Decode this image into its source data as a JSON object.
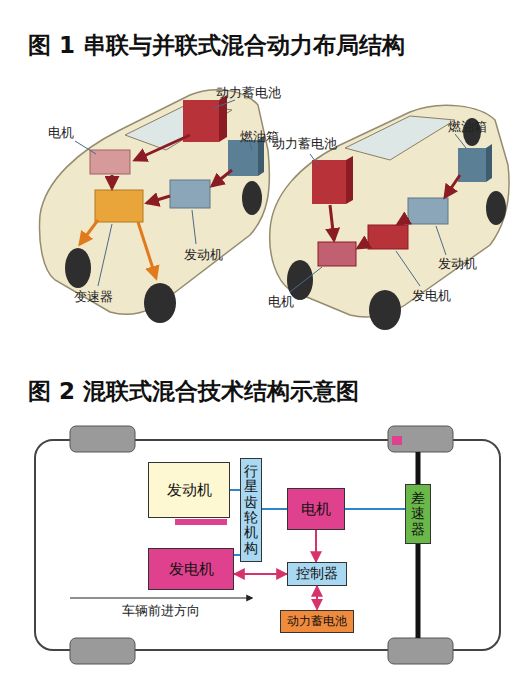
{
  "diagram": {
    "title": "图 1 串联与并联式混合动力布局结构",
    "nodes": [
      {
        "text": [
          "发动机"
        ]
      },
      {
        "text": [
          "行星齿轮机构"
        ]
      },
      {
        "text": [
          "电机"
        ]
      },
      {
        "text": [
          "差速器"
        ]
      },
      {
        "text": [
          "发电机"
        ]
      },
      {
        "text": [
          "控制器"
        ]
      },
      {
        "text": [
          "动力蓄电池"
        ]
      }
    ],
    "edges": [
      {
        "from": 0,
        "to": 1,
        "arrow": "none"
      },
      {
        "from": 1,
        "to": 2,
        "arrow": "none"
      },
      {
        "from": 2,
        "to": 3,
        "arrow": "none"
      },
      {
        "from": 4,
        "to": 1,
        "arrow": "none"
      },
      {
        "from": 2,
        "to": 5,
        "arrow": "to"
      },
      {
        "from": 4,
        "to": 5,
        "arrow": "both"
      },
      {
        "from": 5,
        "to": 6,
        "arrow": "both"
      }
    ],
    "labels": [
      "动力蓄电池",
      "燃油箱",
      "电机",
      "发动机",
      "变速器",
      "动力蓄电池",
      "燃油箱",
      "发动机",
      "发电机",
      "电机",
      "图 2 混联式混合技术结构示意图",
      "车辆前进方向"
    ]
  }
}
